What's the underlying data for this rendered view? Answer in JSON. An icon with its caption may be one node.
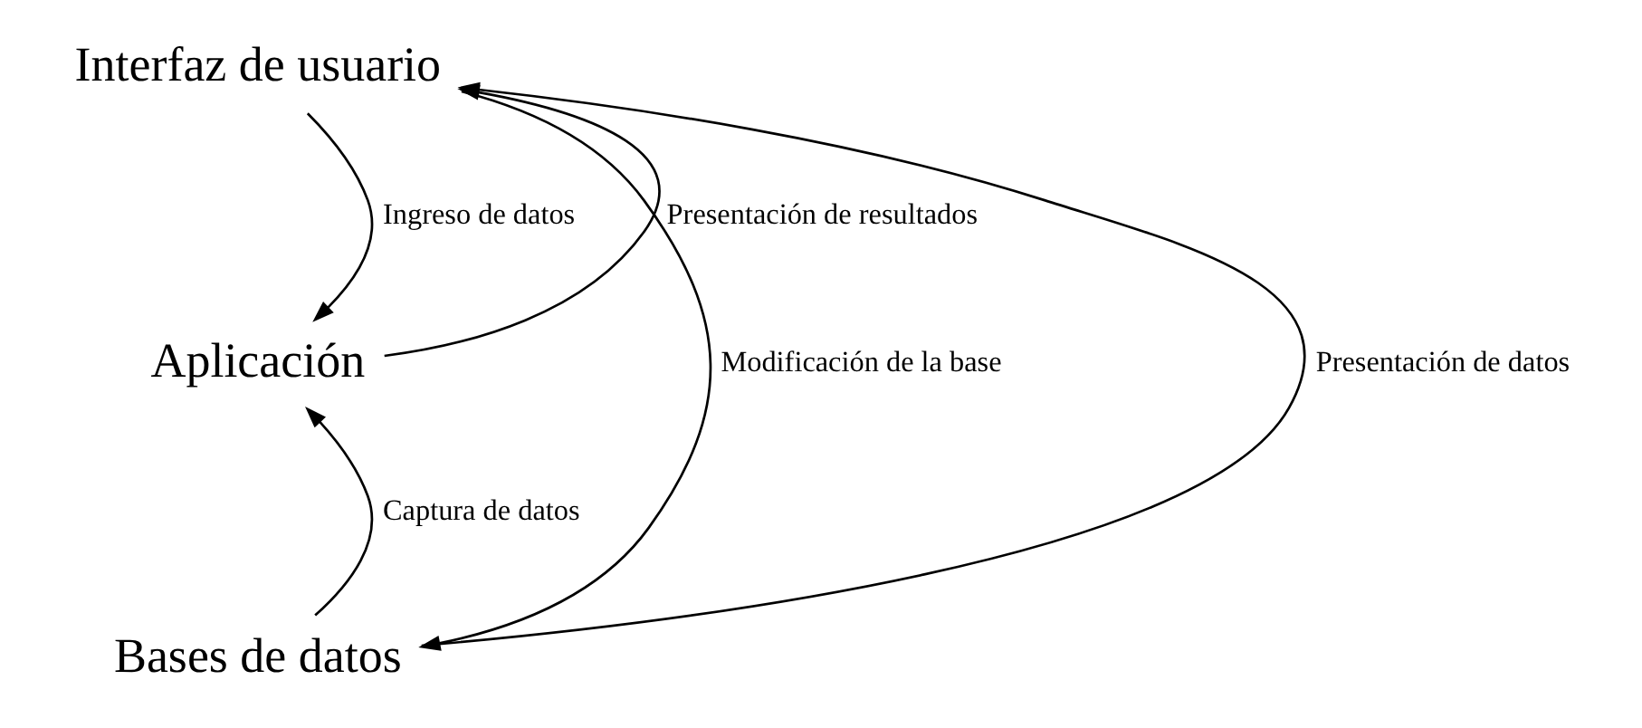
{
  "diagram": {
    "nodes": [
      {
        "text": [
          "Interfaz de usuario"
        ]
      },
      {
        "text": [
          "Aplicación"
        ]
      },
      {
        "text": [
          "Bases de datos"
        ]
      }
    ],
    "edges": [
      {
        "from": 2,
        "to": 0,
        "arrow": "to",
        "label": "Presentación de datos"
      },
      {
        "from": 0,
        "to": 1,
        "arrow": "to",
        "label": "Ingreso de datos"
      },
      {
        "from": 1,
        "to": 0,
        "arrow": "to",
        "label": "Presentación de resultados"
      },
      {
        "from": 2,
        "to": 1,
        "arrow": "to",
        "label": "Captura de datos"
      },
      {
        "from": 0,
        "to": 2,
        "arrow": "to",
        "label": "Modificación de la base"
      }
    ]
  }
}
